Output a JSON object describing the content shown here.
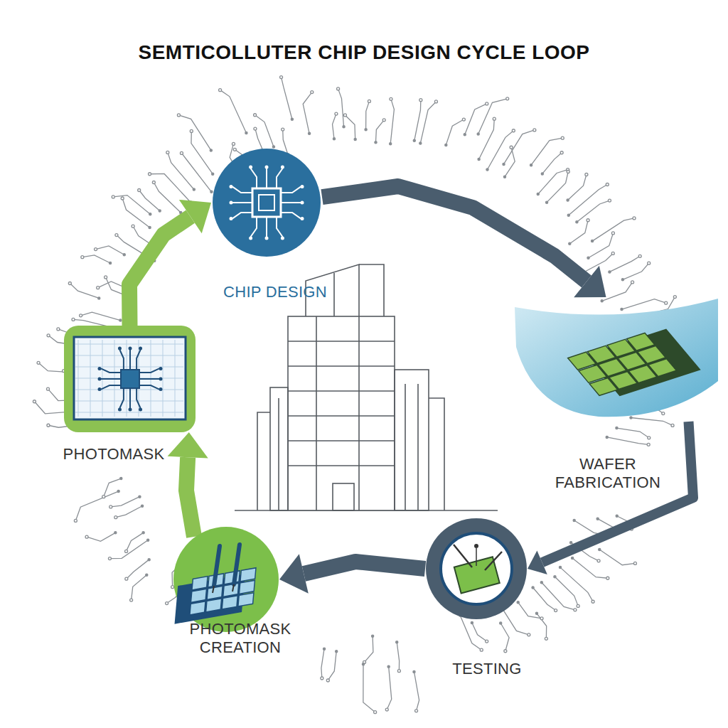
{
  "diagram": {
    "title": "SEMTICOLLUTER CHIP DESIGN CYCLE LOOP",
    "nodes": [
      {
        "text": [
          "CHIP DESIGN"
        ]
      },
      {
        "text": [
          "WAFER FABRICATION"
        ]
      },
      {
        "text": [
          "TESTING"
        ]
      },
      {
        "text": [
          "PHOTOMASK CREATION"
        ]
      },
      {
        "text": [
          "PHOTOMASK"
        ]
      }
    ],
    "edges": [
      {
        "from": 0,
        "to": 1,
        "arrow": "to"
      },
      {
        "from": 1,
        "to": 2,
        "arrow": "to"
      },
      {
        "from": 2,
        "to": 3,
        "arrow": "to"
      },
      {
        "from": 3,
        "to": 4,
        "arrow": "to"
      },
      {
        "from": 4,
        "to": 0,
        "arrow": "to"
      }
    ]
  }
}
